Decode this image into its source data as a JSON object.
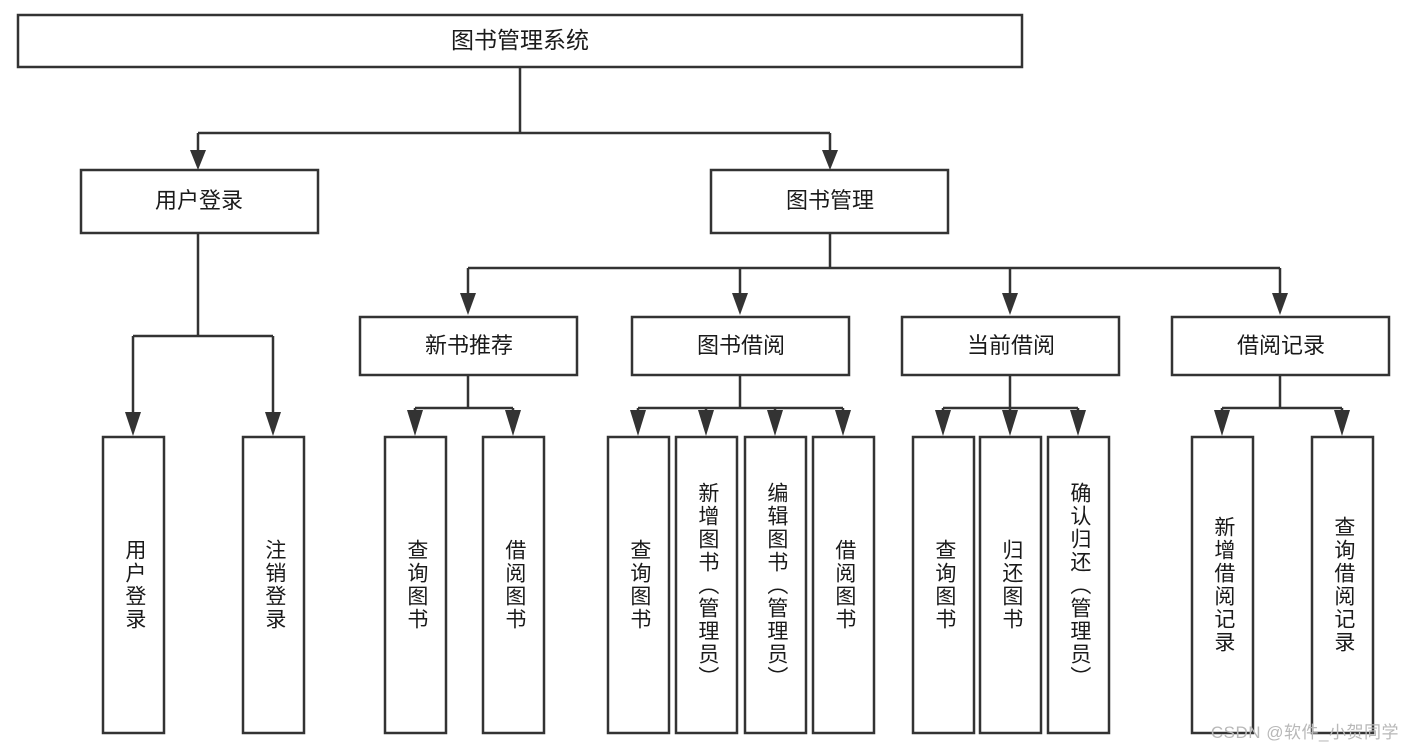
{
  "diagram": {
    "title": "图书管理系统",
    "watermark": "CSDN @软件_小贺同学",
    "colors": {
      "stroke": "#333333",
      "fill": "#ffffff",
      "text": "#1a1a1a",
      "watermark": "#b8b8b8"
    }
  },
  "chart_data": {
    "type": "diagram",
    "title": "图书管理系统",
    "orientation": "top-down-tree",
    "levels": 4,
    "nodes": [
      {
        "id": "root",
        "label": "图书管理系统",
        "level": 0,
        "text_dir": "horizontal",
        "parent": null
      },
      {
        "id": "login",
        "label": "用户登录",
        "level": 1,
        "text_dir": "horizontal",
        "parent": "root"
      },
      {
        "id": "bookmgmt",
        "label": "图书管理",
        "level": 1,
        "text_dir": "horizontal",
        "parent": "root"
      },
      {
        "id": "newbook",
        "label": "新书推荐",
        "level": 2,
        "text_dir": "horizontal",
        "parent": "bookmgmt"
      },
      {
        "id": "borrow",
        "label": "图书借阅",
        "level": 2,
        "text_dir": "horizontal",
        "parent": "bookmgmt"
      },
      {
        "id": "current",
        "label": "当前借阅",
        "level": 2,
        "text_dir": "horizontal",
        "parent": "bookmgmt"
      },
      {
        "id": "records",
        "label": "借阅记录",
        "level": 2,
        "text_dir": "horizontal",
        "parent": "bookmgmt"
      },
      {
        "id": "l1",
        "label": "用户登录",
        "level": 3,
        "text_dir": "vertical",
        "parent": "login"
      },
      {
        "id": "l2",
        "label": "注销登录",
        "level": 3,
        "text_dir": "vertical",
        "parent": "login"
      },
      {
        "id": "l3",
        "label": "查询图书",
        "level": 3,
        "text_dir": "vertical",
        "parent": "newbook"
      },
      {
        "id": "l4",
        "label": "借阅图书",
        "level": 3,
        "text_dir": "vertical",
        "parent": "newbook"
      },
      {
        "id": "l5",
        "label": "查询图书",
        "level": 3,
        "text_dir": "vertical",
        "parent": "borrow"
      },
      {
        "id": "l6",
        "label": "新增图书（管理员）",
        "level": 3,
        "text_dir": "vertical",
        "parent": "borrow"
      },
      {
        "id": "l7",
        "label": "编辑图书（管理员）",
        "level": 3,
        "text_dir": "vertical",
        "parent": "borrow"
      },
      {
        "id": "l8",
        "label": "借阅图书",
        "level": 3,
        "text_dir": "vertical",
        "parent": "borrow"
      },
      {
        "id": "l9",
        "label": "查询图书",
        "level": 3,
        "text_dir": "vertical",
        "parent": "current"
      },
      {
        "id": "l10",
        "label": "归还图书",
        "level": 3,
        "text_dir": "vertical",
        "parent": "current"
      },
      {
        "id": "l11",
        "label": "确认归还（管理员）",
        "level": 3,
        "text_dir": "vertical",
        "parent": "current"
      },
      {
        "id": "l12",
        "label": "新增借阅记录",
        "level": 3,
        "text_dir": "vertical",
        "parent": "records"
      },
      {
        "id": "l13",
        "label": "查询借阅记录",
        "level": 3,
        "text_dir": "vertical",
        "parent": "records"
      }
    ],
    "edges": [
      {
        "from": "root",
        "to": "login"
      },
      {
        "from": "root",
        "to": "bookmgmt"
      },
      {
        "from": "bookmgmt",
        "to": "newbook"
      },
      {
        "from": "bookmgmt",
        "to": "borrow"
      },
      {
        "from": "bookmgmt",
        "to": "current"
      },
      {
        "from": "bookmgmt",
        "to": "records"
      },
      {
        "from": "login",
        "to": "l1"
      },
      {
        "from": "login",
        "to": "l2"
      },
      {
        "from": "newbook",
        "to": "l3"
      },
      {
        "from": "newbook",
        "to": "l4"
      },
      {
        "from": "borrow",
        "to": "l5"
      },
      {
        "from": "borrow",
        "to": "l6"
      },
      {
        "from": "borrow",
        "to": "l7"
      },
      {
        "from": "borrow",
        "to": "l8"
      },
      {
        "from": "current",
        "to": "l9"
      },
      {
        "from": "current",
        "to": "l10"
      },
      {
        "from": "current",
        "to": "l11"
      },
      {
        "from": "records",
        "to": "l12"
      },
      {
        "from": "records",
        "to": "l13"
      }
    ]
  }
}
